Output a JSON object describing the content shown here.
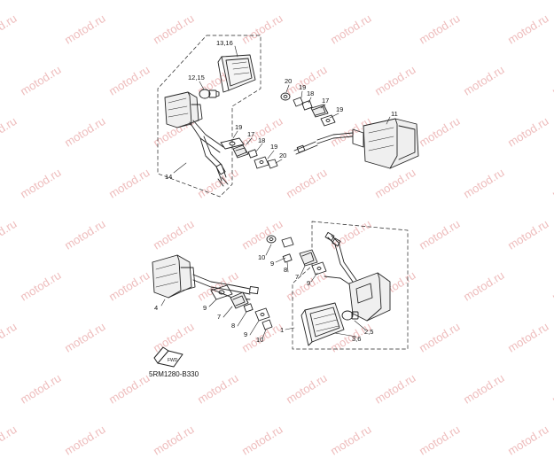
{
  "watermark": "motod.ru",
  "diagram_code": "5RM1280-B330",
  "labels": {
    "n13_16": "13,16",
    "n12_15": "12,15",
    "n20": "20",
    "n19a": "19",
    "n18a": "18",
    "n17a": "17",
    "n19b": "19",
    "n11": "11",
    "n19c": "19",
    "n17b": "17",
    "n18b": "18",
    "n19d": "19",
    "n20b": "20",
    "n14": "14",
    "n10a": "10",
    "n9a": "9",
    "n8a": "8",
    "n7a": "7",
    "n9b": "9",
    "n4": "4",
    "n9c": "9",
    "n7b": "7",
    "n8b": "8",
    "n9d": "9",
    "n10b": "10",
    "n1": "1",
    "n2_5": "2,5",
    "n3_6": "3,6"
  },
  "icons": {
    "front_arrow": "fwd-arrow-icon"
  }
}
